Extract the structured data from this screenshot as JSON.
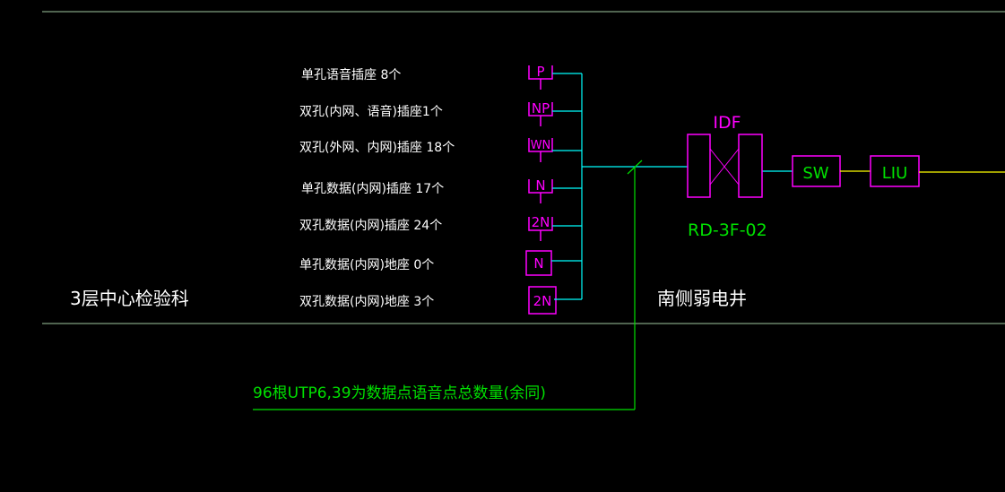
{
  "drawing": {
    "room_label": "3层中心检验科",
    "shaft_label": "南侧弱电井",
    "cable_note": "96根UTP6,39为数据点语音点总数量(余同)",
    "idf": {
      "title": "IDF",
      "id": "RD-3F-02"
    },
    "switch_label": "SW",
    "liu_label": "LIU",
    "outlets": [
      {
        "desc": "单孔语音插座 8个",
        "symbol": "P"
      },
      {
        "desc": "双孔(内网、语音)插座1个",
        "symbol": "NP"
      },
      {
        "desc": "双孔(外网、内网)插座 18个",
        "symbol": "WN"
      },
      {
        "desc": "单孔数据(内网)插座 17个",
        "symbol": "N"
      },
      {
        "desc": "双孔数据(内网)插座 24个",
        "symbol": "2N"
      },
      {
        "desc": "单孔数据(内网)地座 0个",
        "symbol": "N"
      },
      {
        "desc": "双孔数据(内网)地座 3个",
        "symbol": "2N"
      }
    ]
  },
  "colors": {
    "bg": "#000000",
    "magenta": "#ff00ff",
    "cyan": "#00ffff",
    "green": "#00e000",
    "yellow": "#ffff00",
    "border": "#a0c8a0"
  }
}
